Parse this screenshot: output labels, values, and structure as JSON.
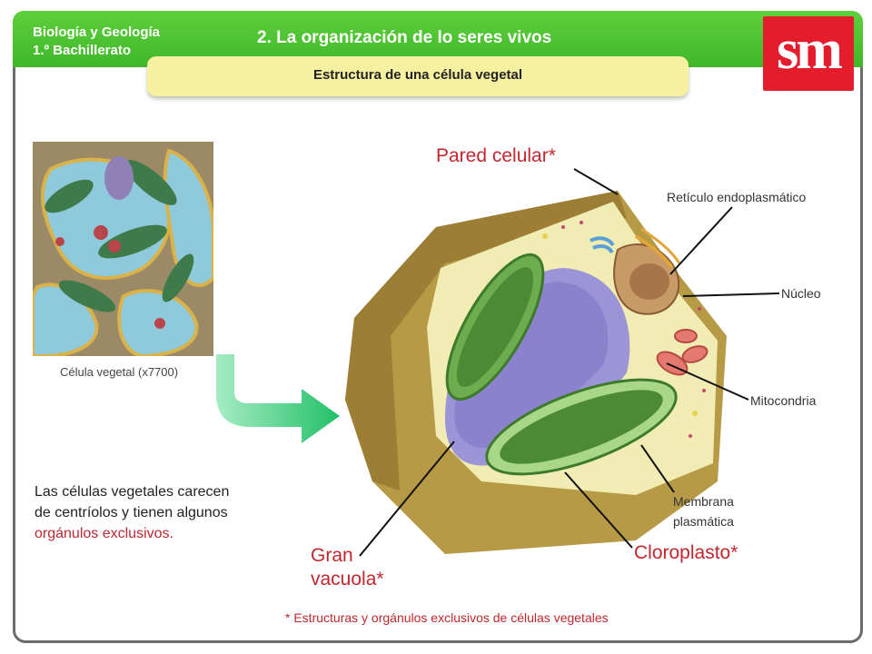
{
  "header": {
    "subject_line1": "Biología y Geología",
    "subject_line2": "1.º Bachillerato",
    "title": "2. La organización de lo seres vivos",
    "logo": "sm"
  },
  "subtitle": "Estructura de una célula vegetal",
  "micrograph": {
    "caption": "Célula vegetal (x7700)"
  },
  "body_text": {
    "line1": "Las células vegetales carecen",
    "line2": "de centríolos y tienen algunos",
    "line3_red": "orgánulos exclusivos."
  },
  "labels": {
    "pared_celular": "Pared celular*",
    "reticulo": "Retículo endoplasmático",
    "nucleo": "Núcleo",
    "mitocondria": "Mitocondria",
    "membrana_line1": "Membrana",
    "membrana_line2": "plasmática",
    "cloroplasto": "Cloroplasto*",
    "gran_vacuola_line1": "Gran",
    "gran_vacuola_line2": "vacuola*"
  },
  "footnote": "* Estructuras y orgánulos exclusivos de células vegetales",
  "colors": {
    "header_green": "#4cc233",
    "logo_red": "#e31d2b",
    "subtitle_yellow": "#f6f1a0",
    "label_red": "#c2272d"
  }
}
